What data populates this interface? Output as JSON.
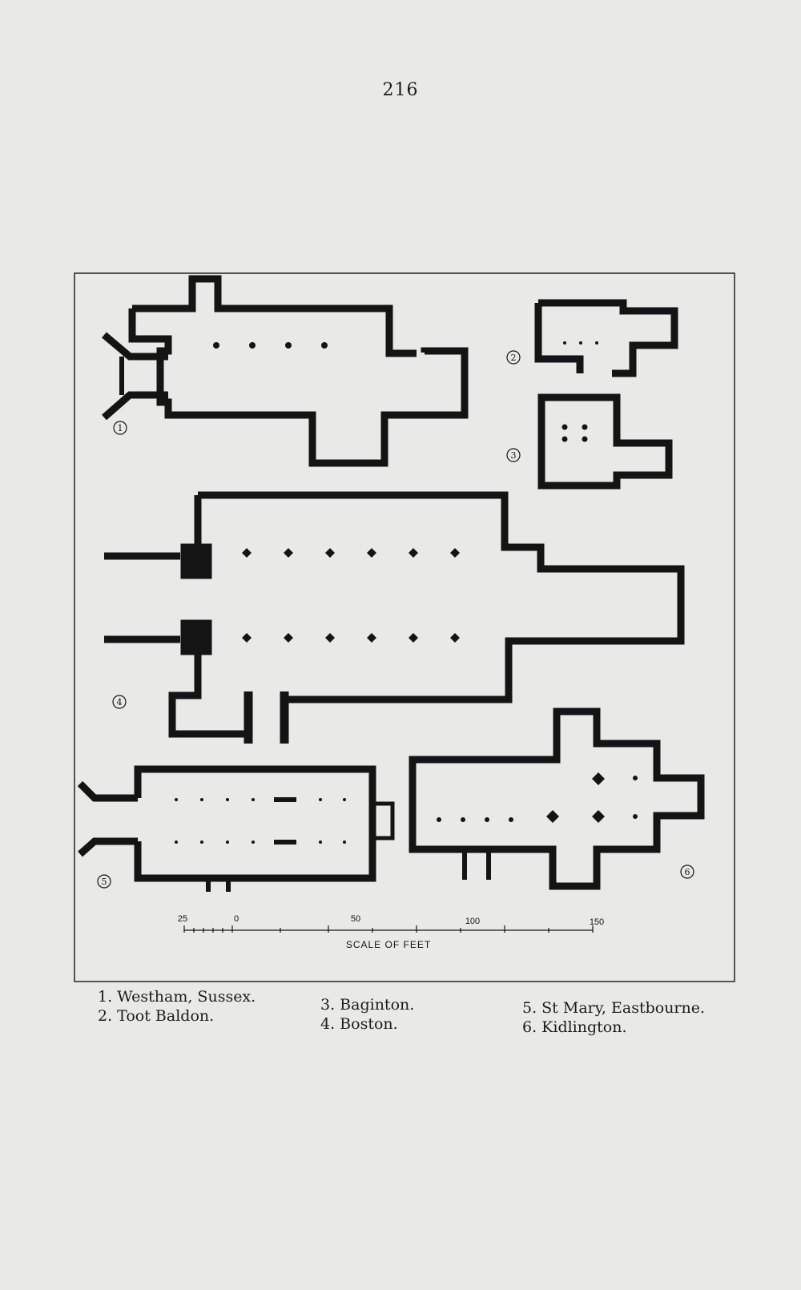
{
  "page_number": "216",
  "plan_labels": [
    "1",
    "2",
    "3",
    "4",
    "5",
    "6"
  ],
  "scale": {
    "title": "SCALE OF FEET",
    "ticks": [
      "25",
      "0",
      "50",
      "100",
      "150"
    ]
  },
  "captions": [
    [
      "1. Westham, Sussex.",
      "2. Toot Baldon."
    ],
    [
      "3. Baginton.",
      "4. Boston."
    ],
    [
      "5. St Mary, Eastbourne.",
      "6. Kidlington."
    ]
  ]
}
